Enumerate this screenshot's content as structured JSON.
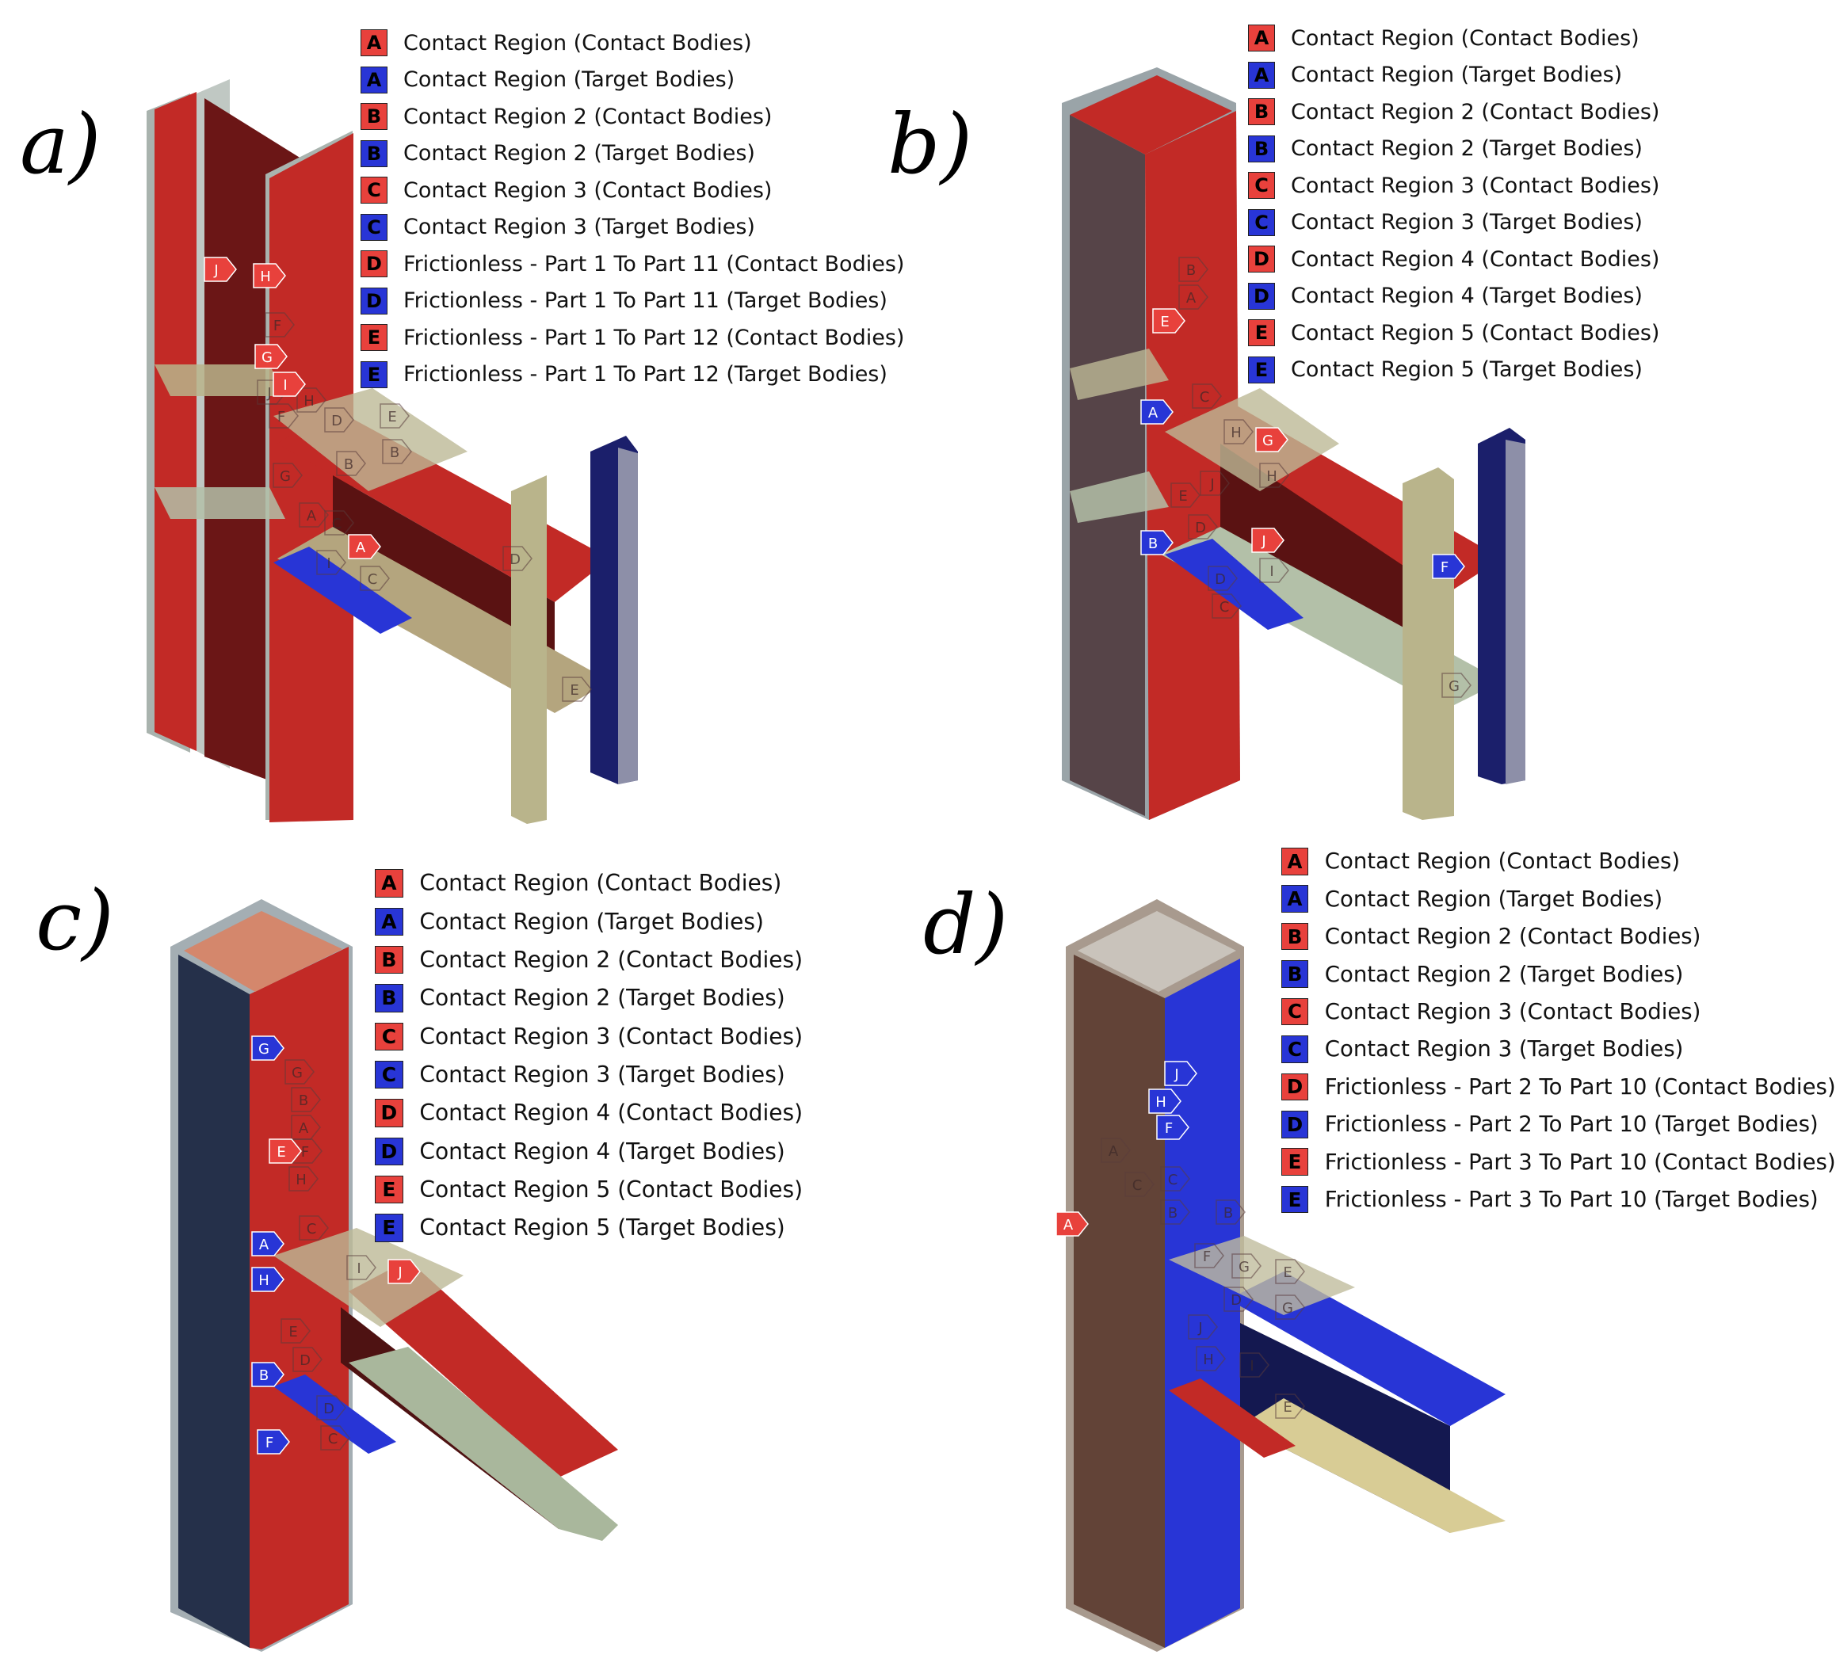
{
  "colors": {
    "contact": "#e8413c",
    "target": "#2835d6",
    "steel_red": "#c22a26",
    "steel_dark": "#5a1212",
    "steel_grey": "#a9b3ae",
    "plate_khaki": "#b9b48b",
    "column_navy": "#1b1f6b"
  },
  "panels": [
    {
      "label": "a)",
      "legend": [
        {
          "letter": "A",
          "kind": "contact",
          "text": "Contact Region (Contact Bodies)"
        },
        {
          "letter": "A",
          "kind": "target",
          "text": "Contact Region (Target Bodies)"
        },
        {
          "letter": "B",
          "kind": "contact",
          "text": "Contact Region 2 (Contact Bodies)"
        },
        {
          "letter": "B",
          "kind": "target",
          "text": "Contact Region 2 (Target Bodies)"
        },
        {
          "letter": "C",
          "kind": "contact",
          "text": "Contact Region 3 (Contact Bodies)"
        },
        {
          "letter": "C",
          "kind": "target",
          "text": "Contact Region 3 (Target Bodies)"
        },
        {
          "letter": "D",
          "kind": "contact",
          "text": "Frictionless - Part 1 To Part 11 (Contact Bodies)"
        },
        {
          "letter": "D",
          "kind": "target",
          "text": "Frictionless - Part 1 To Part 11 (Target Bodies)"
        },
        {
          "letter": "E",
          "kind": "contact",
          "text": "Frictionless - Part 1 To Part 12 (Contact Bodies)"
        },
        {
          "letter": "E",
          "kind": "target",
          "text": "Frictionless - Part 1 To Part 12 (Target Bodies)"
        }
      ]
    },
    {
      "label": "b)",
      "legend": [
        {
          "letter": "A",
          "kind": "contact",
          "text": "Contact Region (Contact Bodies)"
        },
        {
          "letter": "A",
          "kind": "target",
          "text": "Contact Region (Target Bodies)"
        },
        {
          "letter": "B",
          "kind": "contact",
          "text": "Contact Region 2 (Contact Bodies)"
        },
        {
          "letter": "B",
          "kind": "target",
          "text": "Contact Region 2 (Target Bodies)"
        },
        {
          "letter": "C",
          "kind": "contact",
          "text": "Contact Region 3 (Contact Bodies)"
        },
        {
          "letter": "C",
          "kind": "target",
          "text": "Contact Region 3 (Target Bodies)"
        },
        {
          "letter": "D",
          "kind": "contact",
          "text": "Contact Region 4 (Contact Bodies)"
        },
        {
          "letter": "D",
          "kind": "target",
          "text": "Contact Region 4 (Target Bodies)"
        },
        {
          "letter": "E",
          "kind": "contact",
          "text": "Contact Region 5 (Contact Bodies)"
        },
        {
          "letter": "E",
          "kind": "target",
          "text": "Contact Region 5 (Target Bodies)"
        }
      ]
    },
    {
      "label": "c)",
      "legend": [
        {
          "letter": "A",
          "kind": "contact",
          "text": "Contact Region (Contact Bodies)"
        },
        {
          "letter": "A",
          "kind": "target",
          "text": "Contact Region (Target Bodies)"
        },
        {
          "letter": "B",
          "kind": "contact",
          "text": "Contact Region 2 (Contact Bodies)"
        },
        {
          "letter": "B",
          "kind": "target",
          "text": "Contact Region 2 (Target Bodies)"
        },
        {
          "letter": "C",
          "kind": "contact",
          "text": "Contact Region 3 (Contact Bodies)"
        },
        {
          "letter": "C",
          "kind": "target",
          "text": "Contact Region 3 (Target Bodies)"
        },
        {
          "letter": "D",
          "kind": "contact",
          "text": "Contact Region 4 (Contact Bodies)"
        },
        {
          "letter": "D",
          "kind": "target",
          "text": "Contact Region 4 (Target Bodies)"
        },
        {
          "letter": "E",
          "kind": "contact",
          "text": "Contact Region 5 (Contact Bodies)"
        },
        {
          "letter": "E",
          "kind": "target",
          "text": "Contact Region 5 (Target Bodies)"
        }
      ]
    },
    {
      "label": "d)",
      "legend": [
        {
          "letter": "A",
          "kind": "contact",
          "text": "Contact Region (Contact Bodies)"
        },
        {
          "letter": "A",
          "kind": "target",
          "text": "Contact Region (Target Bodies)"
        },
        {
          "letter": "B",
          "kind": "contact",
          "text": "Contact Region 2 (Contact Bodies)"
        },
        {
          "letter": "B",
          "kind": "target",
          "text": "Contact Region 2 (Target Bodies)"
        },
        {
          "letter": "C",
          "kind": "contact",
          "text": "Contact Region 3 (Contact Bodies)"
        },
        {
          "letter": "C",
          "kind": "target",
          "text": "Contact Region 3 (Target Bodies)"
        },
        {
          "letter": "D",
          "kind": "contact",
          "text": "Frictionless - Part 2 To Part 10 (Contact Bodies)"
        },
        {
          "letter": "D",
          "kind": "target",
          "text": "Frictionless - Part 2 To Part 10 (Target Bodies)"
        },
        {
          "letter": "E",
          "kind": "contact",
          "text": "Frictionless - Part 3 To Part 10 (Contact Bodies)"
        },
        {
          "letter": "E",
          "kind": "target",
          "text": "Frictionless - Part 3 To Part 10 (Target Bodies)"
        }
      ]
    }
  ],
  "markers": [
    [
      {
        "letter": "J",
        "kind": "contact"
      },
      {
        "letter": "H",
        "kind": "contact"
      },
      {
        "letter": "G",
        "kind": "contact"
      },
      {
        "letter": "I",
        "kind": "contact"
      },
      {
        "letter": "A",
        "kind": "contact"
      }
    ],
    [
      {
        "letter": "E",
        "kind": "contact"
      },
      {
        "letter": "A",
        "kind": "target"
      },
      {
        "letter": "G",
        "kind": "contact"
      },
      {
        "letter": "B",
        "kind": "target"
      },
      {
        "letter": "J",
        "kind": "contact"
      },
      {
        "letter": "F",
        "kind": "target"
      }
    ],
    [
      {
        "letter": "G",
        "kind": "target"
      },
      {
        "letter": "E",
        "kind": "contact"
      },
      {
        "letter": "A",
        "kind": "target"
      },
      {
        "letter": "H",
        "kind": "target"
      },
      {
        "letter": "J",
        "kind": "contact"
      },
      {
        "letter": "B",
        "kind": "target"
      },
      {
        "letter": "F",
        "kind": "target"
      }
    ],
    [
      {
        "letter": "J",
        "kind": "target"
      },
      {
        "letter": "H",
        "kind": "target"
      },
      {
        "letter": "F",
        "kind": "target"
      },
      {
        "letter": "A",
        "kind": "contact"
      }
    ]
  ],
  "ghost_markers": [
    [
      "F",
      "J",
      "F",
      "H",
      "D",
      "E",
      "B",
      "B",
      "G",
      "A",
      "C",
      "I",
      "C",
      "D",
      "E"
    ],
    [
      "B",
      "A",
      "C",
      "H",
      "H",
      "E",
      "J",
      "D",
      "I",
      "D",
      "C",
      "G"
    ],
    [
      "G",
      "B",
      "A",
      "F",
      "H",
      "C",
      "I",
      "E",
      "D",
      "D",
      "C"
    ],
    [
      "A",
      "C",
      "C",
      "B",
      "B",
      "F",
      "G",
      "E",
      "D",
      "G",
      "J",
      "H",
      "I",
      "E"
    ]
  ]
}
